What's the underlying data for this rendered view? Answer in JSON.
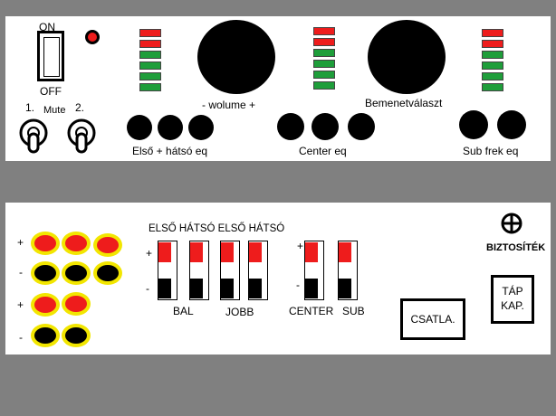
{
  "front_panel": {
    "power_switch": {
      "on_label": "ON",
      "off_label": "OFF"
    },
    "mute": {
      "label": "Mute",
      "switch_1_label": "1.",
      "switch_2_label": "2."
    },
    "volume_label": "- wolume +",
    "input_select_label": "Bemenetválaszt",
    "eq_labels": {
      "front_rear": "Első + hátsó eq",
      "center": "Center eq",
      "sub": "Sub frek eq"
    },
    "level_meter_colors": [
      "#ee1c1c",
      "#ee1c1c",
      "#1e9e3a",
      "#1e9e3a",
      "#1e9e3a",
      "#1e9e3a"
    ]
  },
  "rear_panel": {
    "jack_polarity": {
      "plus": "+",
      "minus": "-"
    },
    "jack_colors": {
      "positive": "#ee1c1c",
      "negative": "#000000",
      "ring": "#f2e600"
    },
    "slider_headers": "ELSŐ HÁTSÓ ELSŐ HÁTSÓ",
    "slider_plus": "+",
    "slider_minus": "-",
    "group_labels": {
      "bal": "BAL",
      "jobb": "JOBB",
      "center": "CENTER",
      "sub": "SUB"
    },
    "connect_button": "CSATLA.",
    "fuse_label": "BIZTOSÍTÉK",
    "power_connector": {
      "line1": "TÁP",
      "line2": "KAP."
    }
  }
}
